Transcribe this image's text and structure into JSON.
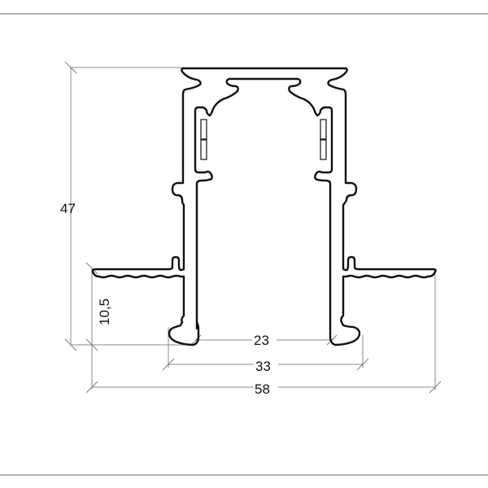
{
  "drawing": {
    "type": "technical-profile-section",
    "subject": "recessed track profile cross-section",
    "units": "mm",
    "line_color": "#111111",
    "dimension_line_color": "#8a8a8a",
    "frame_line_color": "#b4b4b4"
  },
  "dimensions": {
    "height_total": {
      "label": "47",
      "orientation": "vertical"
    },
    "flange_height": {
      "label": "10,5",
      "orientation": "vertical"
    },
    "inner_opening": {
      "label": "23",
      "orientation": "horizontal"
    },
    "body_width": {
      "label": "33",
      "orientation": "horizontal"
    },
    "overall_width": {
      "label": "58",
      "orientation": "horizontal"
    }
  }
}
